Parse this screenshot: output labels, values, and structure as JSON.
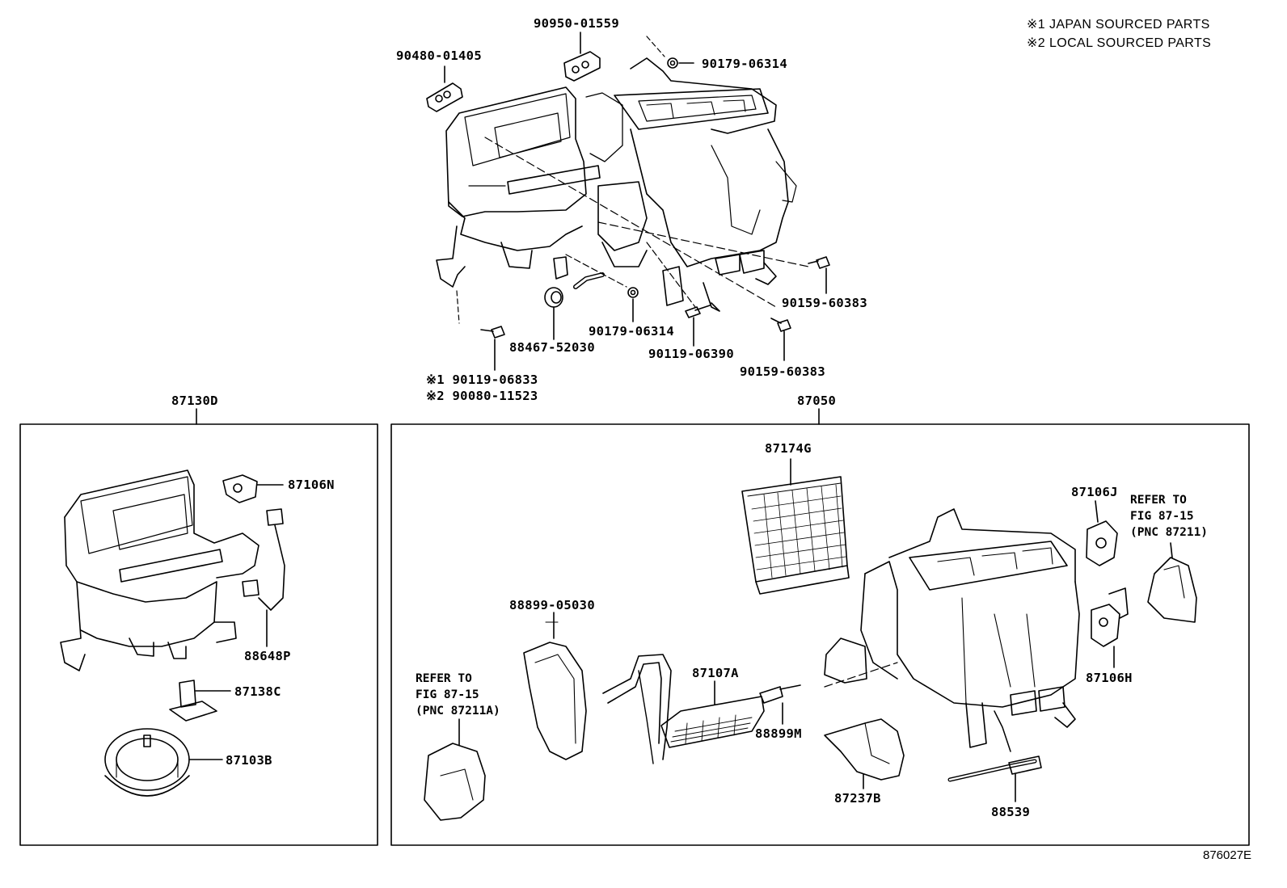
{
  "notes": [
    "※1 JAPAN SOURCED PARTS",
    "※2 LOCAL SOURCED PARTS"
  ],
  "figure_id": "876027E",
  "top_labels": {
    "p90950": "90950-01559",
    "p90480": "90480-01405",
    "p90179a": "90179-06314",
    "p90159a": "90159-60383",
    "p90179b": "90179-06314",
    "p88467": "88467-52030",
    "p90119": "90119-06390",
    "p90159b": "90159-60383",
    "alt1": "※1 90119-06833",
    "alt2": "※2 90080-11523"
  },
  "left_box": {
    "title": "87130D",
    "labels": {
      "a": "87106N",
      "b": "88648P",
      "c": "87138C",
      "d": "87103B"
    }
  },
  "right_box": {
    "title": "87050",
    "labels": {
      "a": "87174G",
      "b": "87106J",
      "c": "88899-05030",
      "d": "87107A",
      "e": "88899M",
      "f": "87237B",
      "g": "88539",
      "h": "87106H"
    },
    "refer_right": [
      "REFER TO",
      "FIG 87-15",
      "(PNC 87211)"
    ],
    "refer_left": [
      "REFER TO",
      "FIG 87-15",
      "(PNC 87211A)"
    ]
  }
}
